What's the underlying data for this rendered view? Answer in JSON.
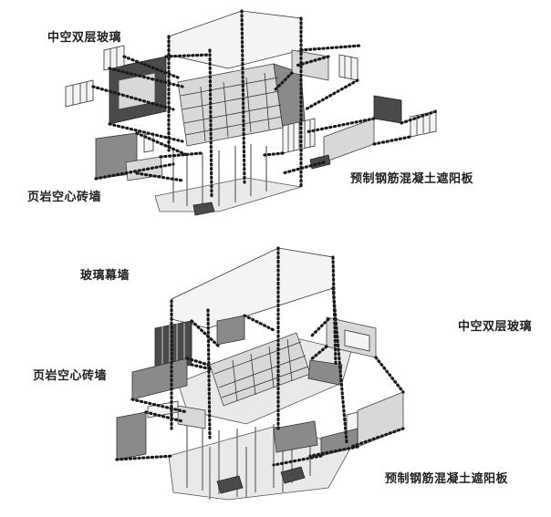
{
  "labels": {
    "top_double_glass": "中空双层玻璃",
    "top_shale_brick": "页岩空心砖墙",
    "top_precast_shade": "预制钢筋混凝土遮阳板",
    "bottom_glass_curtain": "玻璃幕墙",
    "bottom_double_glass": "中空双层玻璃",
    "bottom_shale_brick": "页岩空心砖墙",
    "bottom_precast_shade": "预制钢筋混凝土遮阳板"
  },
  "colors": {
    "line": "#1a1a1a",
    "dark_panel": "#4a4a4a",
    "mid_panel": "#8a8a8a",
    "light_panel": "#d8d8d8"
  }
}
